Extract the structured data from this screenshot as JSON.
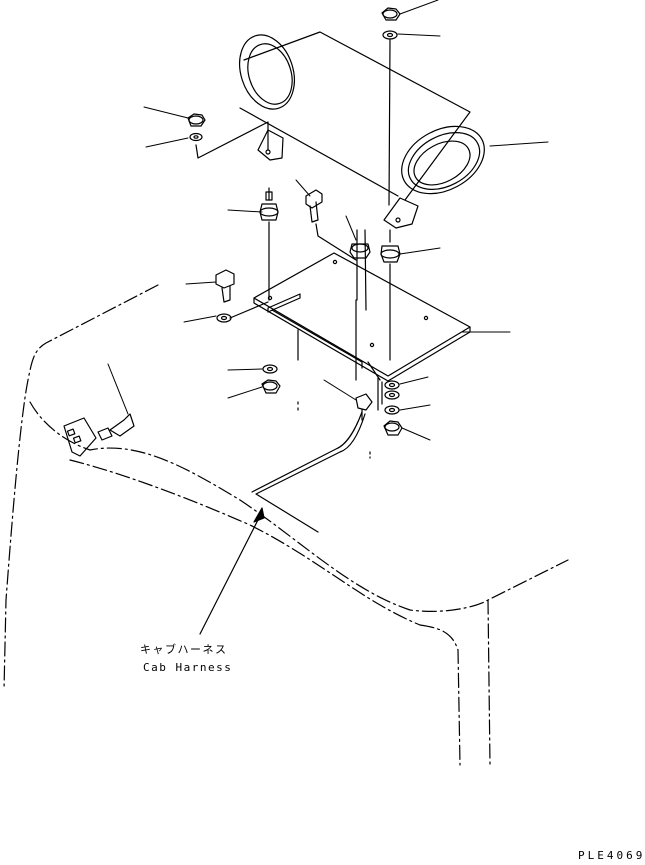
{
  "callout": {
    "label_jp": "キャブハーネス",
    "label_en": "Cab Harness"
  },
  "drawing_code": "PLE4069"
}
